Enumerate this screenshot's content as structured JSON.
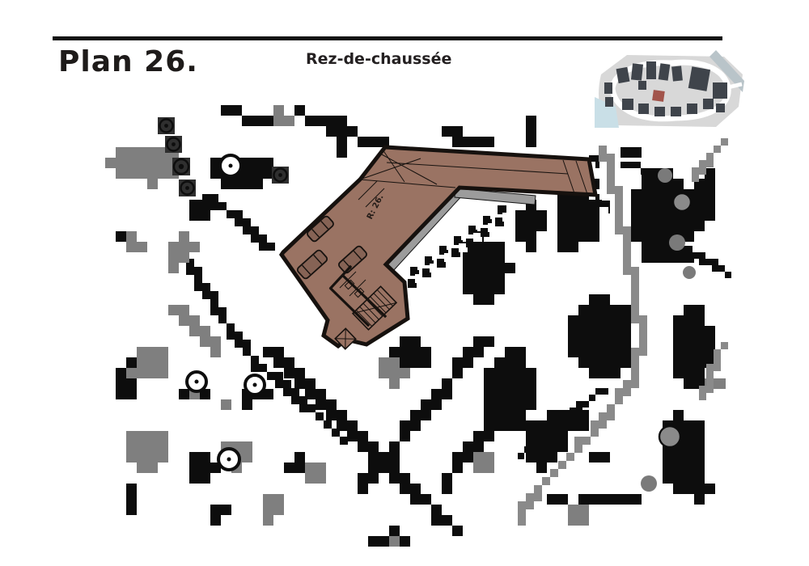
{
  "header": {
    "title": "Plan 26.",
    "subtitle": "Rez-de-chaussée"
  },
  "site_plan": {
    "building_label": "R: 26.",
    "colors": {
      "building_fill": "#9a7363",
      "outline": "#16110e",
      "terrain": "#0d0d0d",
      "vegetation": "#7f7f7f",
      "walkway": "#9c9c9c",
      "path": "#8a8a8a",
      "tree_square": "#2f2f2f"
    }
  },
  "inset_map": {
    "base_color": "#d8d8d8",
    "road_color": "#ffffff",
    "building_color": "#3f444b",
    "highlight_color": "#a2544b",
    "water_color": "#c9dfe7"
  }
}
